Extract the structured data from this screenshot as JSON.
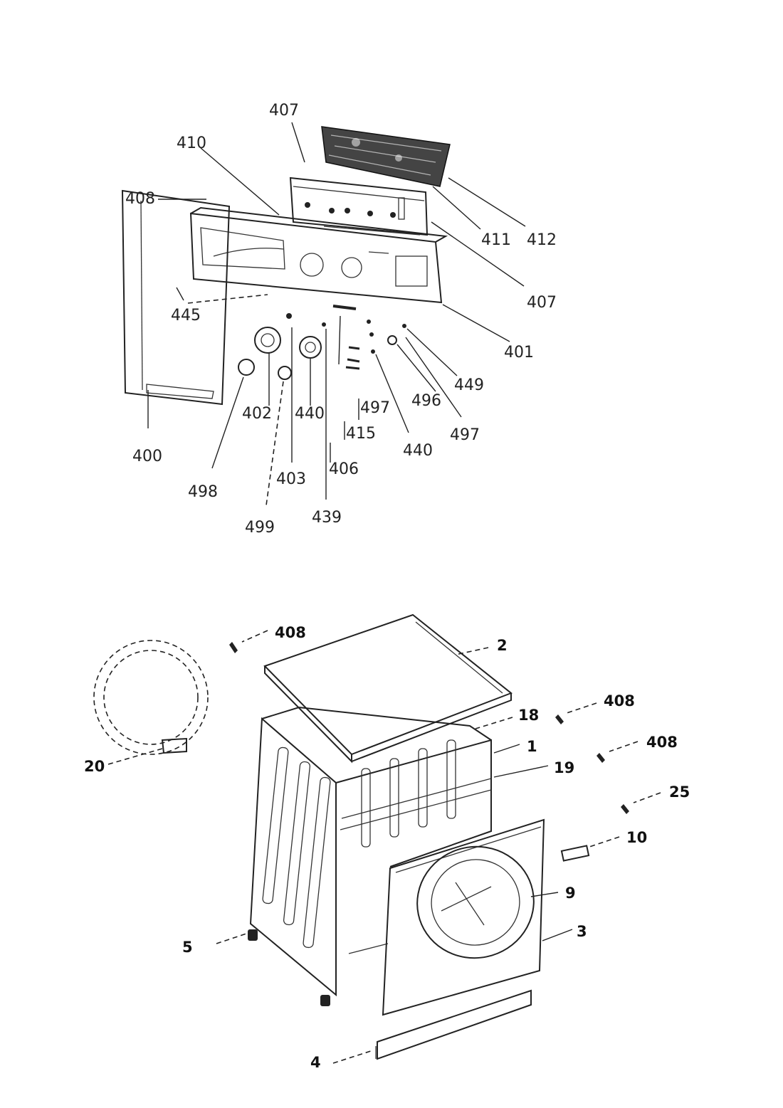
{
  "callouts_top": {
    "c407a": "407",
    "c410": "410",
    "c408": "408",
    "c411": "411",
    "c412": "412",
    "c407b": "407",
    "c445": "445",
    "c401": "401",
    "c449": "449",
    "c496": "496",
    "c497a": "497",
    "c497b": "497",
    "c415": "415",
    "c406": "406",
    "c440a": "440",
    "c440b": "440",
    "c402": "402",
    "c403": "403",
    "c400": "400",
    "c498": "498",
    "c499": "499",
    "c439": "439"
  },
  "callouts_bottom": {
    "b408a": "408",
    "b2": "2",
    "b408b": "408",
    "b18": "18",
    "b1": "1",
    "b408c": "408",
    "b19": "19",
    "b25": "25",
    "b10": "10",
    "b9": "9",
    "b3": "3",
    "b5": "5",
    "b20": "20",
    "b4": "4"
  },
  "icons": [
    "pcb-board",
    "control-panel",
    "knob",
    "screw",
    "door-gasket",
    "cabinet",
    "top-lid",
    "front-panel",
    "plinth",
    "foot"
  ]
}
